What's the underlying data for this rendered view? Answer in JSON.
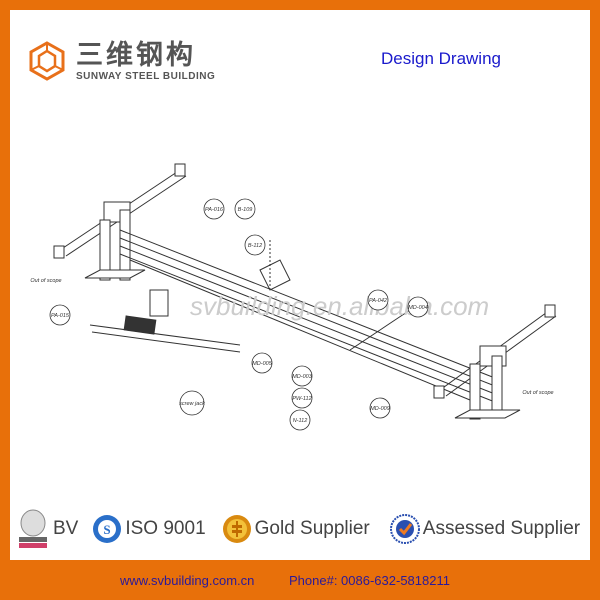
{
  "brand": {
    "name_cn": "三维钢构",
    "name_en": "SUNWAY STEEL BUILDING",
    "logo_color": "#e8701a"
  },
  "title": "Design Drawing",
  "drawing": {
    "watermark": "svbuilding.en.alibaba.com",
    "labels": {
      "out_of_scope_left": "Out of scope",
      "out_of_scope_right": "Out of scope",
      "screw_jack": "screw jack"
    },
    "callouts": [
      "PA-016",
      "B-109",
      "B-112",
      "PA-015",
      "PA-042",
      "MD-004",
      "MD-005",
      "MD-003",
      "PW-112",
      "N-112",
      "MD-009"
    ]
  },
  "certifications": [
    {
      "label": "BV",
      "icon": "bureau-veritas-icon"
    },
    {
      "label": "ISO 9001",
      "icon": "iso-icon"
    },
    {
      "label": "Gold Supplier",
      "icon": "gold-supplier-icon"
    },
    {
      "label": "Assessed Supplier",
      "icon": "assessed-supplier-icon"
    }
  ],
  "footer": {
    "website": "www.svbuilding.com.cn",
    "phone": "Phone#: 0086-632-5818211"
  },
  "colors": {
    "border": "#e8700a",
    "title": "#1a1acc",
    "footer_text": "#2a1a9a"
  }
}
